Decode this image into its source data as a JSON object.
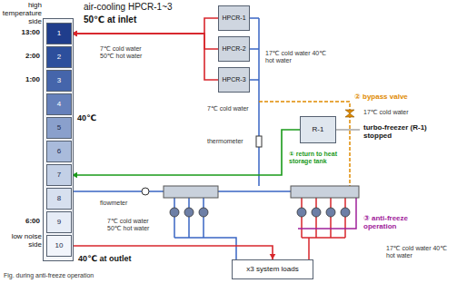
{
  "diagram": {
    "caption": "Fig. during anti-freeze operation",
    "nodes": [
      {
        "text": [
          "40℃"
        ]
      },
      {
        "text": [
          "1"
        ],
        "in": 0
      },
      {
        "text": [
          "2"
        ],
        "in": 0
      },
      {
        "text": [
          "3"
        ],
        "in": 0
      },
      {
        "text": [
          "4"
        ],
        "in": 0
      },
      {
        "text": [
          "5"
        ],
        "in": 0
      },
      {
        "text": [
          "6"
        ],
        "in": 0
      },
      {
        "text": [
          "7"
        ],
        "in": 0
      },
      {
        "text": [
          "8"
        ],
        "in": 0
      },
      {
        "text": [
          "9"
        ],
        "in": 0
      },
      {
        "text": [
          "10"
        ],
        "in": 0
      },
      {
        "text": [
          "HPCR-1"
        ]
      },
      {
        "text": [
          "HPCR-2"
        ]
      },
      {
        "text": [
          "HPCR-3"
        ]
      },
      {
        "text": [
          "R-1"
        ]
      },
      {
        "text": [
          "x3 system loads"
        ]
      }
    ],
    "edges": [
      {
        "from": 11,
        "to": 1,
        "arrow": "to"
      },
      {
        "from": 12,
        "to": 1,
        "arrow": "to"
      },
      {
        "from": 13,
        "to": 1,
        "arrow": "to"
      },
      {
        "from": 10,
        "to": 15,
        "arrow": "to"
      },
      {
        "from": 14,
        "to": 7,
        "arrow": "to"
      }
    ],
    "labels": [
      "high temperature side",
      "13:00",
      "2:00",
      "1:00",
      "6:00",
      "low noise side",
      "air-cooling HPCR-1~3",
      "50℃ at inlet",
      "7℃ cold water 50℃ hot water",
      "17℃ cold water 40℃ hot water",
      "② bypass valve",
      "7℃ cold water",
      "17℃ cold water",
      "turbo-freezer (R-1) stopped",
      "thermometer",
      "① return to heat storage tank",
      "flowmeter",
      "7℃ cold water 50℃ hot water",
      "③ anti-freeze operation",
      "17℃ cold water 40℃ hot water",
      "40℃ at outlet"
    ]
  }
}
